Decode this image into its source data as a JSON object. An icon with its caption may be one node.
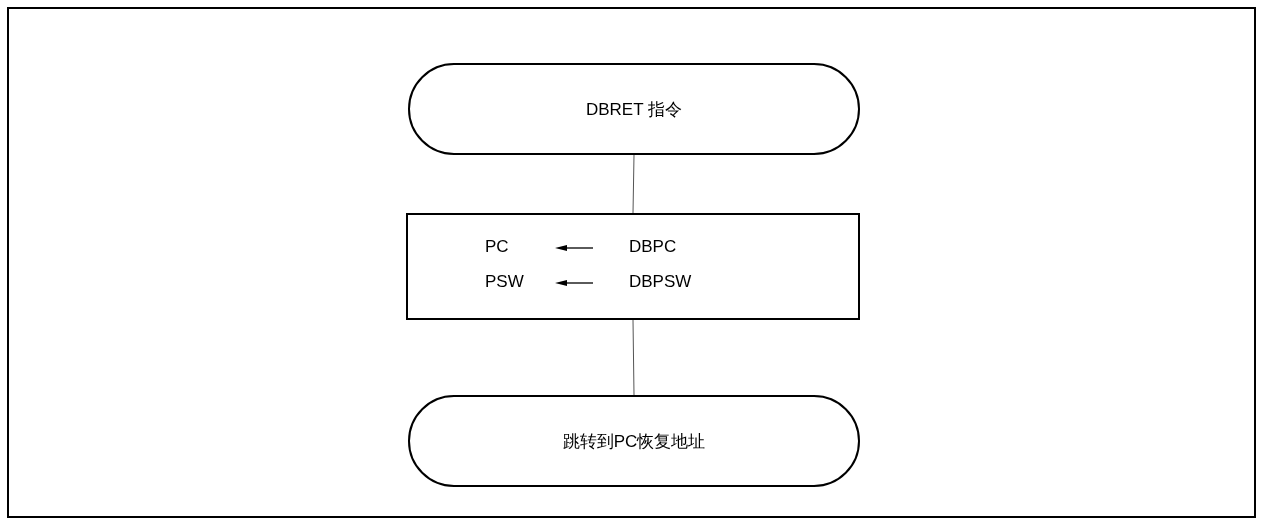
{
  "diagram": {
    "nodes": [
      {
        "text": [
          "DBRET 指令"
        ]
      },
      {
        "text": [
          "PC",
          "DBPC",
          "PSW",
          "DBPSW"
        ]
      },
      {
        "text": [
          "跳转到PC恢复地址"
        ]
      }
    ],
    "edges": [
      {
        "from": 0,
        "to": 1,
        "arrow": "none"
      },
      {
        "from": 1,
        "to": 2,
        "arrow": "none"
      }
    ]
  }
}
